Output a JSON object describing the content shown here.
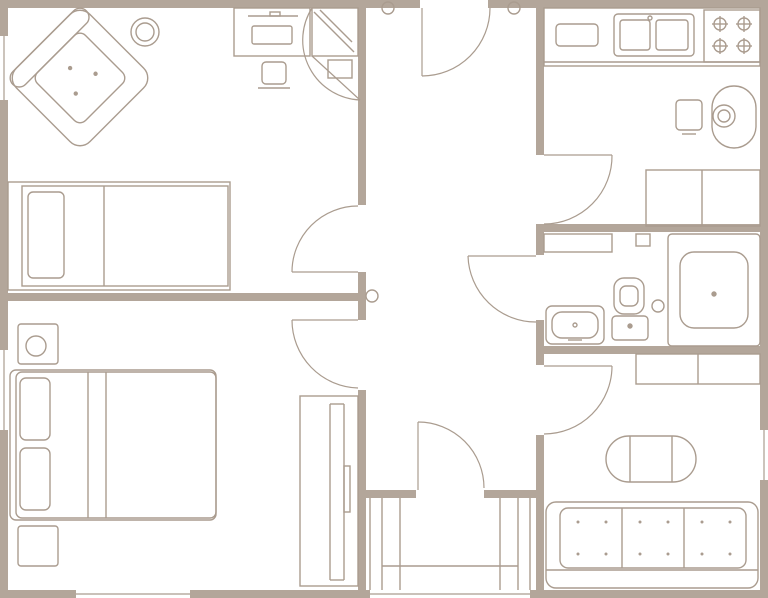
{
  "plan": {
    "colors": {
      "wall": "#b3a69a",
      "furniture": "#aa9c8f",
      "background": "#ffffff"
    },
    "rooms": [
      "bedroom-top-left",
      "bedroom-bottom-left",
      "hallway",
      "kitchen",
      "bathroom",
      "living-room",
      "balcony"
    ],
    "furniture": {
      "bedroom_top": [
        "armchair",
        "round-side-table",
        "desk",
        "monitor",
        "desk-chair",
        "wardrobe",
        "single-bed"
      ],
      "bedroom_bottom": [
        "nightstand",
        "lamp",
        "double-bed",
        "pillows",
        "ottoman",
        "wardrobe"
      ],
      "kitchen": [
        "sink",
        "stove",
        "counter-box",
        "dining-table",
        "chair",
        "cabinets"
      ],
      "bathroom": [
        "bathtub",
        "toilet",
        "washbasin"
      ],
      "living_room": [
        "coffee-table",
        "sofa"
      ]
    }
  }
}
